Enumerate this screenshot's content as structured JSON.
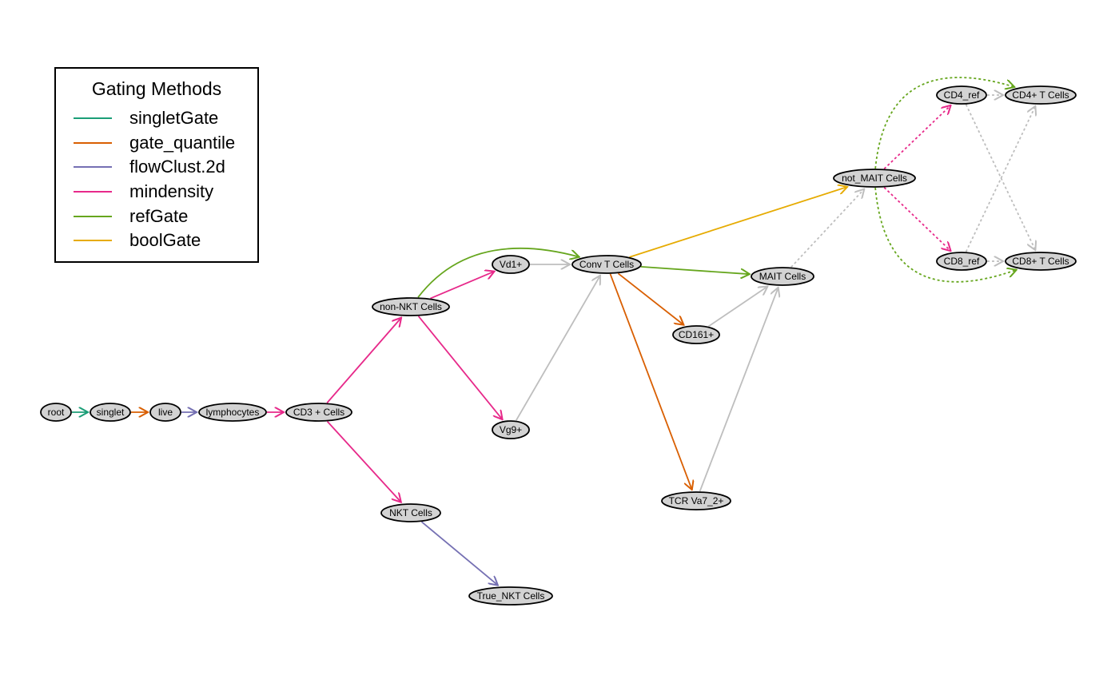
{
  "legend": {
    "title": "Gating Methods",
    "items": [
      {
        "label": "singletGate",
        "color": "#1b9e77"
      },
      {
        "label": "gate_quantile",
        "color": "#d95f02"
      },
      {
        "label": "flowClust.2d",
        "color": "#7570b3"
      },
      {
        "label": "mindensity",
        "color": "#e7298a"
      },
      {
        "label": "refGate",
        "color": "#66a61e"
      },
      {
        "label": "boolGate",
        "color": "#e6ab02"
      }
    ]
  },
  "colors": {
    "node_fill": "#d3d3d3",
    "node_stroke": "#000000",
    "grey_edge": "#bebebe"
  },
  "nodes": [
    {
      "id": "root",
      "label": "root"
    },
    {
      "id": "singlet",
      "label": "singlet"
    },
    {
      "id": "live",
      "label": "live"
    },
    {
      "id": "lymphocytes",
      "label": "lymphocytes"
    },
    {
      "id": "cd3",
      "label": "CD3 + Cells"
    },
    {
      "id": "nonnkt",
      "label": "non-NKT Cells"
    },
    {
      "id": "nkt",
      "label": "NKT Cells"
    },
    {
      "id": "truenkt",
      "label": "True_NKT Cells"
    },
    {
      "id": "vd1",
      "label": "Vd1+"
    },
    {
      "id": "vg9",
      "label": "Vg9+"
    },
    {
      "id": "convt",
      "label": "Conv T Cells"
    },
    {
      "id": "mait",
      "label": "MAIT Cells"
    },
    {
      "id": "cd161",
      "label": "CD161+"
    },
    {
      "id": "tcrva",
      "label": "TCR Va7_2+"
    },
    {
      "id": "notmait",
      "label": "not_MAIT Cells"
    },
    {
      "id": "cd4ref",
      "label": "CD4_ref"
    },
    {
      "id": "cd4t",
      "label": "CD4+ T Cells"
    },
    {
      "id": "cd8ref",
      "label": "CD8_ref"
    },
    {
      "id": "cd8t",
      "label": "CD8+ T Cells"
    }
  ],
  "edges": [
    {
      "from": "root",
      "to": "singlet",
      "method": "singletGate"
    },
    {
      "from": "singlet",
      "to": "live",
      "method": "gate_quantile"
    },
    {
      "from": "live",
      "to": "lymphocytes",
      "method": "flowClust.2d"
    },
    {
      "from": "lymphocytes",
      "to": "cd3",
      "method": "mindensity"
    },
    {
      "from": "cd3",
      "to": "nonnkt",
      "method": "mindensity"
    },
    {
      "from": "cd3",
      "to": "nkt",
      "method": "mindensity"
    },
    {
      "from": "nkt",
      "to": "truenkt",
      "method": "flowClust.2d"
    },
    {
      "from": "nonnkt",
      "to": "vd1",
      "method": "mindensity"
    },
    {
      "from": "nonnkt",
      "to": "vg9",
      "method": "mindensity"
    },
    {
      "from": "nonnkt",
      "to": "convt",
      "method": "refGate"
    },
    {
      "from": "vd1",
      "to": "convt",
      "method": "reference"
    },
    {
      "from": "vg9",
      "to": "convt",
      "method": "reference"
    },
    {
      "from": "convt",
      "to": "mait",
      "method": "refGate"
    },
    {
      "from": "convt",
      "to": "cd161",
      "method": "gate_quantile"
    },
    {
      "from": "convt",
      "to": "tcrva",
      "method": "gate_quantile"
    },
    {
      "from": "convt",
      "to": "notmait",
      "method": "boolGate"
    },
    {
      "from": "cd161",
      "to": "mait",
      "method": "reference"
    },
    {
      "from": "tcrva",
      "to": "mait",
      "method": "reference"
    },
    {
      "from": "mait",
      "to": "notmait",
      "method": "reference"
    },
    {
      "from": "notmait",
      "to": "cd4ref",
      "method": "mindensity"
    },
    {
      "from": "notmait",
      "to": "cd8ref",
      "method": "mindensity"
    },
    {
      "from": "notmait",
      "to": "cd4t",
      "method": "refGate"
    },
    {
      "from": "notmait",
      "to": "cd8t",
      "method": "refGate"
    },
    {
      "from": "cd4ref",
      "to": "cd4t",
      "method": "reference"
    },
    {
      "from": "cd8ref",
      "to": "cd4t",
      "method": "reference"
    },
    {
      "from": "cd4ref",
      "to": "cd8t",
      "method": "reference"
    },
    {
      "from": "cd8ref",
      "to": "cd8t",
      "method": "reference"
    }
  ]
}
